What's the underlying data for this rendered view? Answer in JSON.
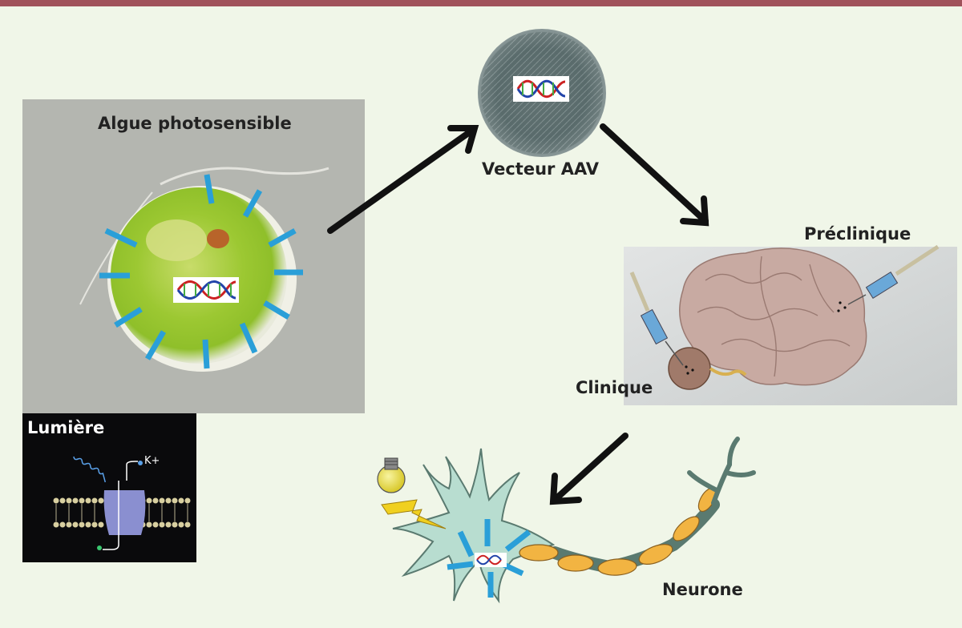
{
  "labels": {
    "algae": "Algue photosensible",
    "light": "Lumière",
    "ion": "K+",
    "vector": "Vecteur AAV",
    "preclinical": "Préclinique",
    "clinical": "Clinique",
    "neuron": "Neurone"
  },
  "colors": {
    "frame_bar": "#a0525a",
    "background": "#f0f6e8",
    "rhodopsin_ticks": "#2a9fd8",
    "algae_green": "#9cc832",
    "arrow": "#111111"
  },
  "icons": [
    "dna-helix-icon",
    "light-bulb-icon",
    "lightning-icon",
    "syringe-icon"
  ]
}
